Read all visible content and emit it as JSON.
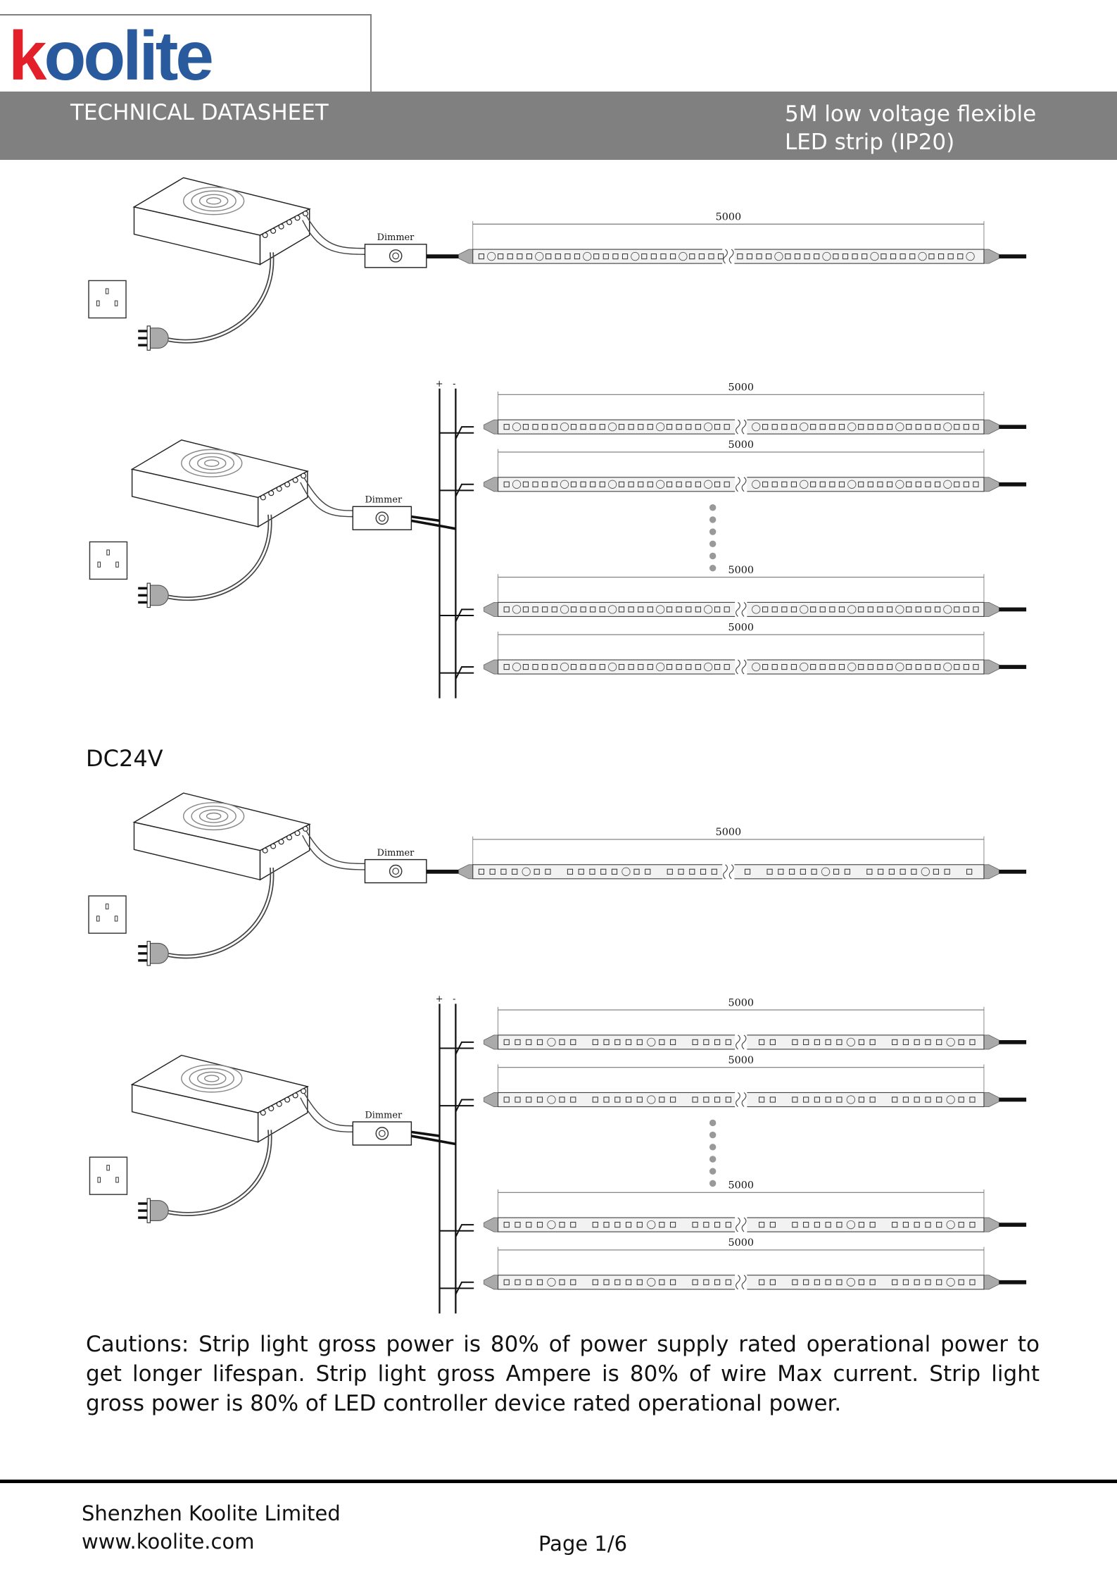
{
  "logo": {
    "text_k": "k",
    "text_rest": "oolite",
    "full": "koolite"
  },
  "header": {
    "title": "TECHNICAL DATASHEET",
    "product_line1": "5M low voltage flexible",
    "product_line2": "LED strip (IP20)"
  },
  "diagram": {
    "dimmer_label": "Dimmer",
    "length_label": "5000",
    "plus": "+",
    "minus": "-"
  },
  "section_label": "DC24V",
  "cautions": "Cautions: Strip light gross power is 80% of power supply rated operational power to get longer lifespan. Strip light gross Ampere is 80% of wire Max current. Strip light gross power is 80% of LED controller device rated operational power.",
  "footer": {
    "company": "Shenzhen Koolite Limited",
    "website": "www.koolite.com",
    "page": "Page 1/6"
  },
  "colors": {
    "header_bg": "#808080",
    "logo_blue": "#2a5a9e",
    "logo_red": "#e3202a"
  }
}
